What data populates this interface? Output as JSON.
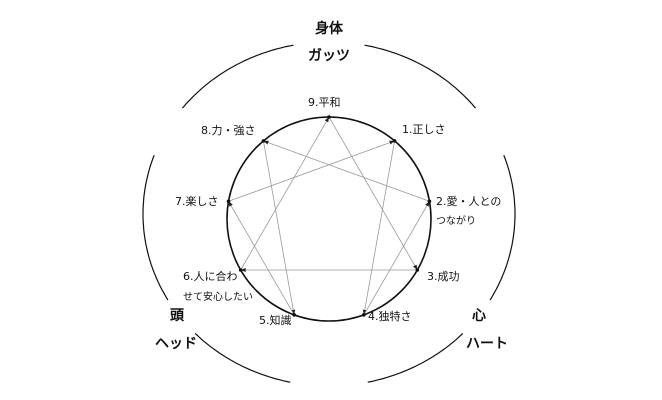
{
  "centers": [
    {
      "title": "身体",
      "subtitle": "ガッツ"
    },
    {
      "title": "頭",
      "subtitle": "ヘッド"
    },
    {
      "title": "心",
      "subtitle": "ハート"
    }
  ],
  "types": [
    {
      "num": 1,
      "label": "1.正しさ"
    },
    {
      "num": 2,
      "label": "2.愛・人との",
      "label2": "つながり"
    },
    {
      "num": 3,
      "label": "3.成功"
    },
    {
      "num": 4,
      "label": "4.独特さ"
    },
    {
      "num": 5,
      "label": "5.知識"
    },
    {
      "num": 6,
      "label": "6.人に合わ",
      "label2": "せて安心したい"
    },
    {
      "num": 7,
      "label": "7.楽しさ"
    },
    {
      "num": 8,
      "label": "8.力・強さ"
    },
    {
      "num": 9,
      "label": "9.平和"
    }
  ],
  "connections": [
    [
      1,
      4
    ],
    [
      4,
      2
    ],
    [
      2,
      8
    ],
    [
      8,
      5
    ],
    [
      5,
      7
    ],
    [
      7,
      1
    ],
    [
      9,
      3
    ],
    [
      3,
      6
    ],
    [
      6,
      9
    ]
  ],
  "colors": {
    "line": "#999999",
    "circle": "#111111"
  }
}
